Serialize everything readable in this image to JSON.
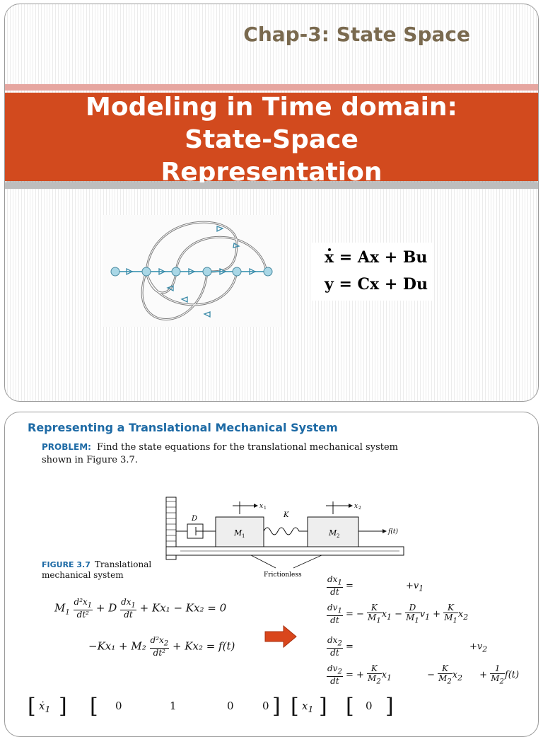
{
  "slide1": {
    "chapter_title": "Chap-3: State Space",
    "banner_line1": "Modeling in Time domain:",
    "banner_line2": "State-Space",
    "banner_line3": "Representation",
    "state_eq": "x = Ax + Bu",
    "output_eq": "y = Cx + Du"
  },
  "slide2": {
    "section_title": "Representing a Translational Mechanical System",
    "problem_label": "PROBLEM:",
    "problem_text": "Find the state equations for the translational mechanical system shown in Figure 3.7.",
    "figure_label": "FIGURE 3.7",
    "figure_caption": "Translational mechanical system",
    "fig_labels": {
      "damper": "D",
      "spring": "K",
      "mass1": "M",
      "mass1_sub": "1",
      "mass2": "M",
      "mass2_sub": "2",
      "x1": "x",
      "x1_sub": "1",
      "x2": "x",
      "x2_sub": "2",
      "force": "f(t)",
      "frictionless": "Frictionless"
    },
    "eq1_tail": "+ Kx₁ − Kx₂ = 0",
    "eq2_head": "−Kx₁ + M₂",
    "eq2_tail": "+ Kx₂ = f(t)",
    "matrix_entries": [
      "0",
      "1",
      "0",
      "0",
      "0"
    ]
  },
  "colors": {
    "banner": "#d24a1e",
    "chapter": "#7a6a4f",
    "blue_heading": "#1d6aa5",
    "arrow": "#d9461c"
  }
}
